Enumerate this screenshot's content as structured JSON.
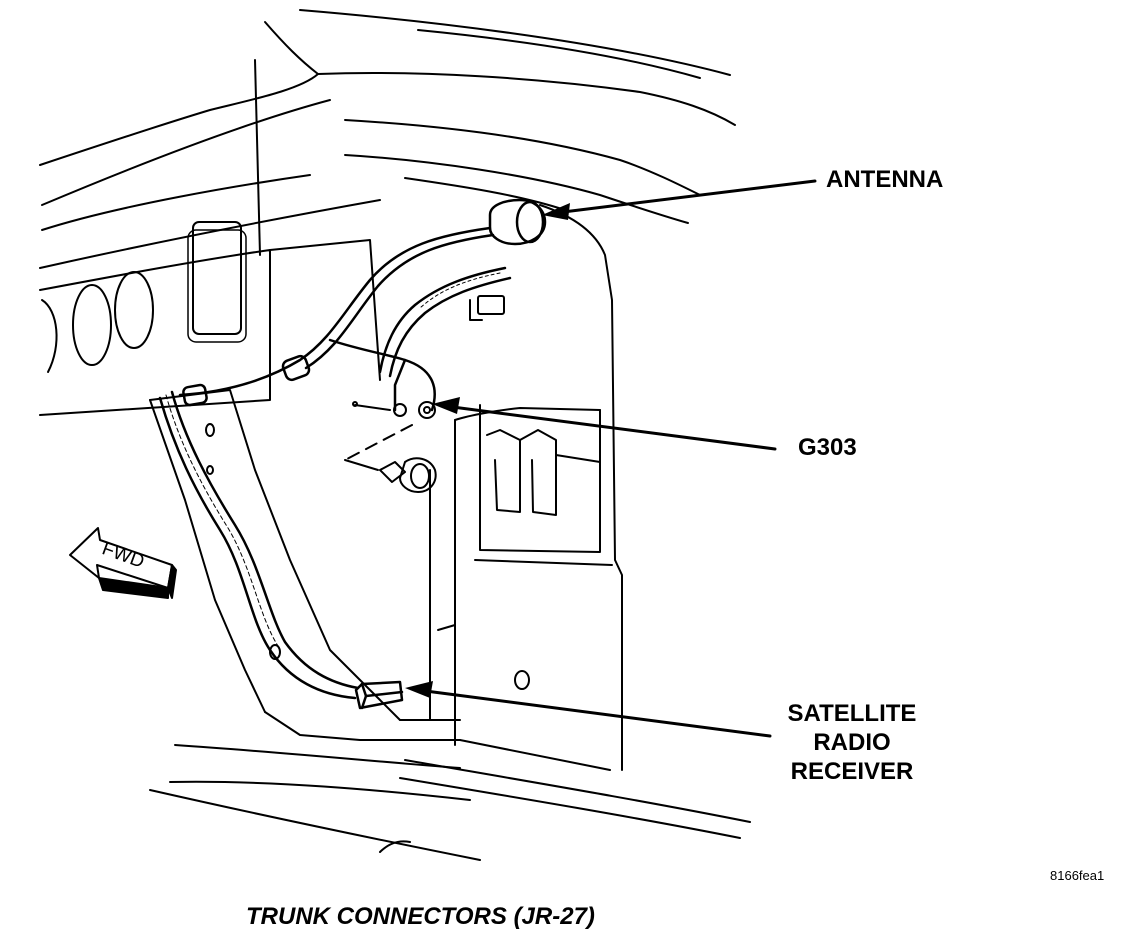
{
  "callouts": {
    "antenna": "ANTENNA",
    "ground": "G303",
    "receiver": [
      "SATELLITE",
      "RADIO",
      "RECEIVER"
    ]
  },
  "direction": "FWD",
  "figure_id": "8166fea1",
  "caption": "TRUNK CONNECTORS (JR-27)"
}
